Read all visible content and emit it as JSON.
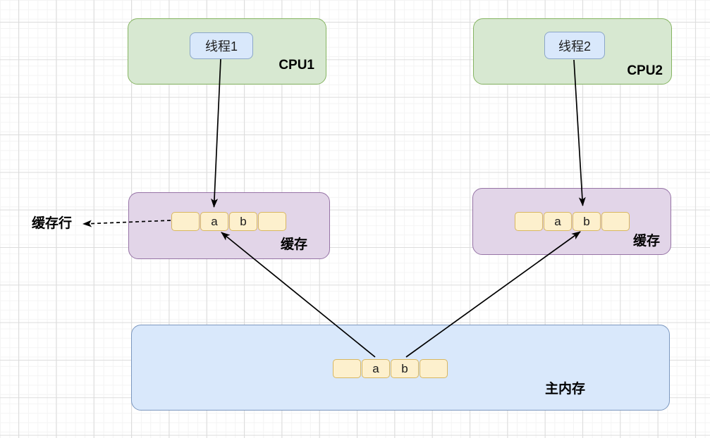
{
  "nodes": {
    "cpu1": {
      "label": "CPU1",
      "thread_label": "线程1"
    },
    "cpu2": {
      "label": "CPU2",
      "thread_label": "线程2"
    },
    "cache1": {
      "label": "缓存",
      "cells": [
        "",
        "a",
        "b",
        ""
      ]
    },
    "cache2": {
      "label": "缓存",
      "cells": [
        "",
        "a",
        "b",
        ""
      ]
    },
    "main_memory": {
      "label": "主内存",
      "cells": [
        "",
        "a",
        "b",
        ""
      ]
    }
  },
  "annotations": {
    "cache_line_label": "缓存行"
  },
  "colors": {
    "cpu_fill": "#d7e8d1",
    "cpu_border": "#85b461",
    "cache_fill": "#e2d5e8",
    "cache_border": "#9673a6",
    "memory_fill": "#d9e8fb",
    "memory_border": "#7b97bf",
    "thread_fill": "#d9e8fb",
    "thread_border": "#8ba6c9",
    "cell_fill": "#fdf0cd",
    "cell_border": "#d8b761",
    "arrow": "#000000",
    "grid_minor": "#f4f4f4",
    "grid_major": "#dcdcdc"
  }
}
